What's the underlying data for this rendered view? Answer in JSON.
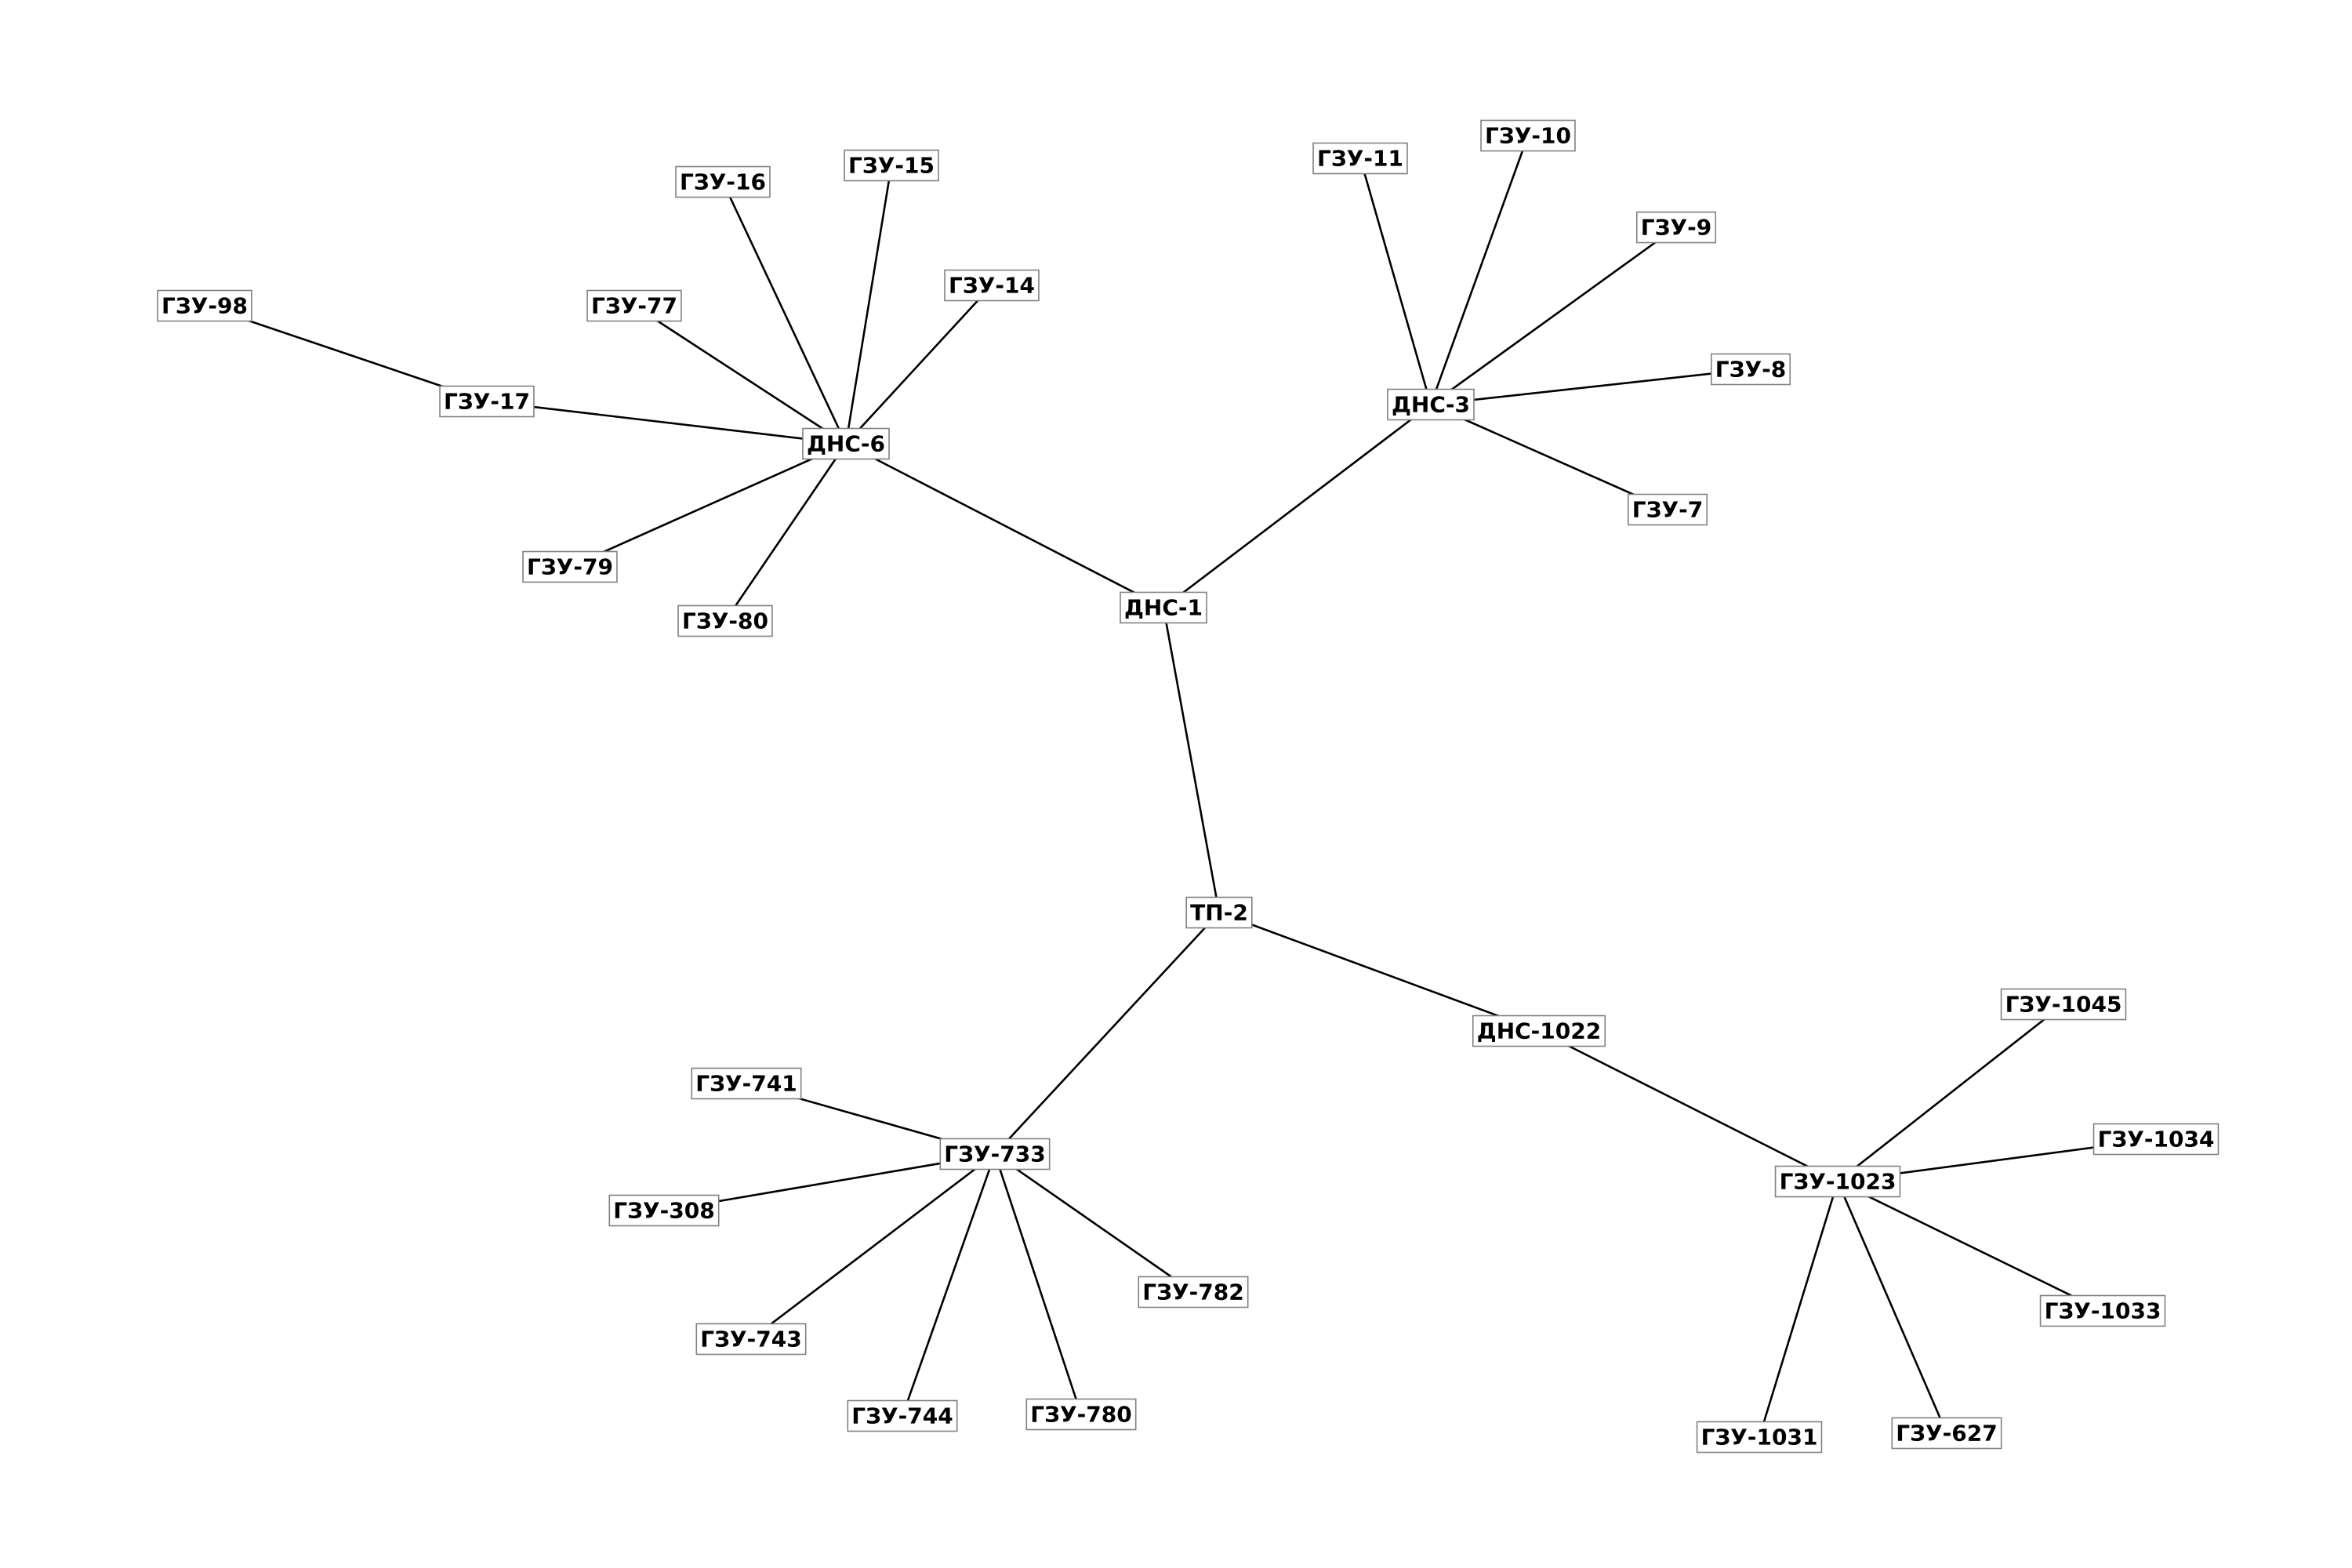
{
  "graph": {
    "nodes": [
      {
        "id": "tp2",
        "label": "ТП-2"
      },
      {
        "id": "dns1",
        "label": "ДНС-1"
      },
      {
        "id": "dns1022",
        "label": "ДНС-1022"
      },
      {
        "id": "gzu733",
        "label": "ГЗУ-733"
      },
      {
        "id": "dns6",
        "label": "ДНС-6"
      },
      {
        "id": "dns3",
        "label": "ДНС-3"
      },
      {
        "id": "gzu16",
        "label": "ГЗУ-16"
      },
      {
        "id": "gzu15",
        "label": "ГЗУ-15"
      },
      {
        "id": "gzu14",
        "label": "ГЗУ-14"
      },
      {
        "id": "gzu77",
        "label": "ГЗУ-77"
      },
      {
        "id": "gzu98",
        "label": "ГЗУ-98"
      },
      {
        "id": "gzu17",
        "label": "ГЗУ-17"
      },
      {
        "id": "gzu79",
        "label": "ГЗУ-79"
      },
      {
        "id": "gzu80",
        "label": "ГЗУ-80"
      },
      {
        "id": "gzu11",
        "label": "ГЗУ-11"
      },
      {
        "id": "gzu10",
        "label": "ГЗУ-10"
      },
      {
        "id": "gzu9",
        "label": "ГЗУ-9"
      },
      {
        "id": "gzu8",
        "label": "ГЗУ-8"
      },
      {
        "id": "gzu7",
        "label": "ГЗУ-7"
      },
      {
        "id": "gzu741",
        "label": "ГЗУ-741"
      },
      {
        "id": "gzu308",
        "label": "ГЗУ-308"
      },
      {
        "id": "gzu743",
        "label": "ГЗУ-743"
      },
      {
        "id": "gzu744",
        "label": "ГЗУ-744"
      },
      {
        "id": "gzu780",
        "label": "ГЗУ-780"
      },
      {
        "id": "gzu782",
        "label": "ГЗУ-782"
      },
      {
        "id": "gzu1023",
        "label": "ГЗУ-1023"
      },
      {
        "id": "gzu1045",
        "label": "ГЗУ-1045"
      },
      {
        "id": "gzu1034",
        "label": "ГЗУ-1034"
      },
      {
        "id": "gzu1033",
        "label": "ГЗУ-1033"
      },
      {
        "id": "gzu627",
        "label": "ГЗУ-627"
      },
      {
        "id": "gzu1031",
        "label": "ГЗУ-1031"
      }
    ],
    "edges": [
      [
        "tp2",
        "dns1"
      ],
      [
        "tp2",
        "gzu733"
      ],
      [
        "tp2",
        "dns1022"
      ],
      [
        "dns1",
        "dns6"
      ],
      [
        "dns1",
        "dns3"
      ],
      [
        "dns6",
        "gzu16"
      ],
      [
        "dns6",
        "gzu15"
      ],
      [
        "dns6",
        "gzu14"
      ],
      [
        "dns6",
        "gzu77"
      ],
      [
        "dns6",
        "gzu17"
      ],
      [
        "dns6",
        "gzu79"
      ],
      [
        "dns6",
        "gzu80"
      ],
      [
        "gzu17",
        "gzu98"
      ],
      [
        "dns3",
        "gzu11"
      ],
      [
        "dns3",
        "gzu10"
      ],
      [
        "dns3",
        "gzu9"
      ],
      [
        "dns3",
        "gzu8"
      ],
      [
        "dns3",
        "gzu7"
      ],
      [
        "gzu733",
        "gzu741"
      ],
      [
        "gzu733",
        "gzu308"
      ],
      [
        "gzu733",
        "gzu743"
      ],
      [
        "gzu733",
        "gzu744"
      ],
      [
        "gzu733",
        "gzu780"
      ],
      [
        "gzu733",
        "gzu782"
      ],
      [
        "dns1022",
        "gzu1023"
      ],
      [
        "gzu1023",
        "gzu1045"
      ],
      [
        "gzu1023",
        "gzu1034"
      ],
      [
        "gzu1023",
        "gzu1033"
      ],
      [
        "gzu1023",
        "gzu627"
      ],
      [
        "gzu1023",
        "gzu1031"
      ]
    ]
  }
}
